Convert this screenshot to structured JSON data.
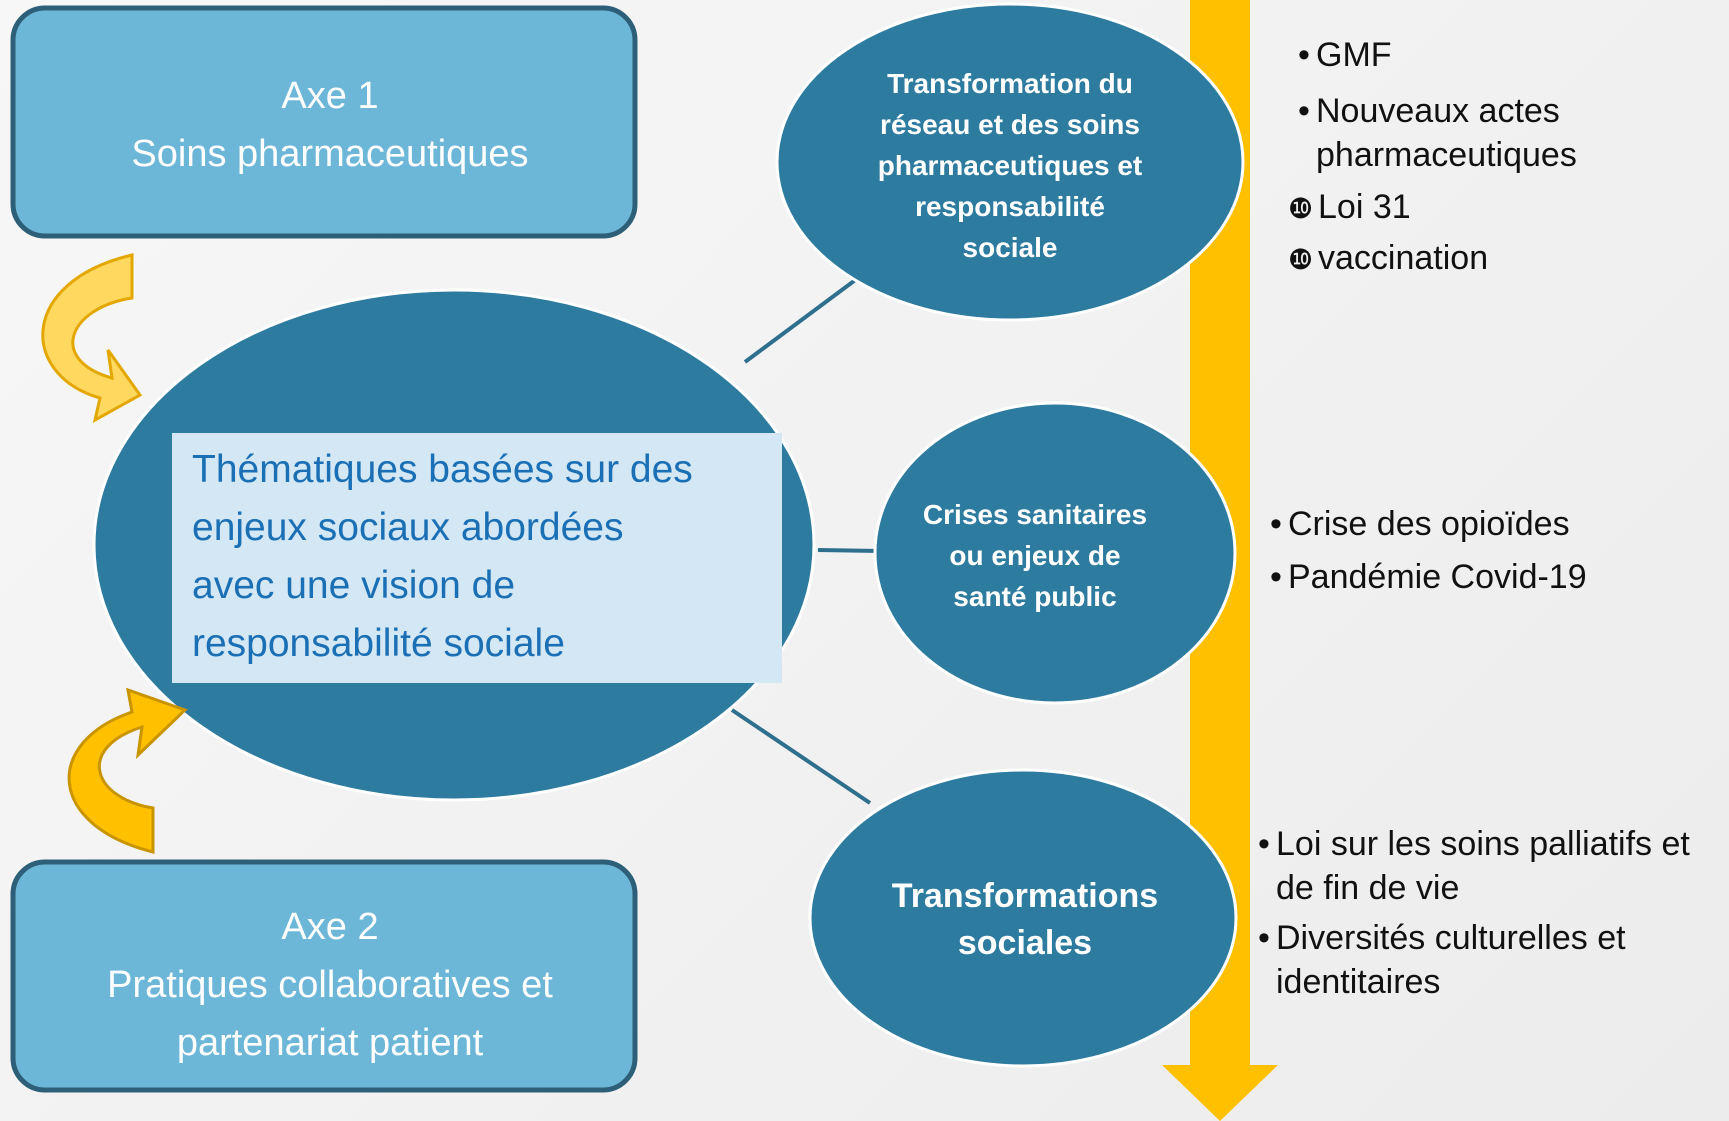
{
  "axis1": {
    "line1": "Axe 1",
    "line2": "Soins pharmaceutiques"
  },
  "axis2": {
    "line1": "Axe 2",
    "line2": "Pratiques collaboratives et",
    "line3": "partenariat patient"
  },
  "central": {
    "lines": [
      "Thématiques basées sur des",
      "enjeux sociaux abordées",
      "avec une vision de",
      "responsabilité sociale"
    ]
  },
  "themes": [
    {
      "lines": [
        "Transformation du",
        "réseau et des soins",
        "pharmaceutiques et",
        "responsabilité",
        "sociale"
      ]
    },
    {
      "lines": [
        "Crises sanitaires",
        "ou enjeux de",
        "santé public"
      ]
    },
    {
      "lines": [
        "Transformations",
        "sociales"
      ]
    }
  ],
  "examples": {
    "group1": [
      {
        "marker": "•",
        "lines": [
          "GMF"
        ]
      },
      {
        "marker": "•",
        "lines": [
          "Nouveaux actes",
          "pharmaceutiques"
        ]
      },
      {
        "marker": "❿",
        "lines": [
          "Loi 31"
        ]
      },
      {
        "marker": "❿",
        "lines": [
          "vaccination"
        ]
      }
    ],
    "group2": [
      {
        "marker": "•",
        "lines": [
          "Crise des opioïdes"
        ]
      },
      {
        "marker": "•",
        "lines": [
          "Pandémie Covid-19"
        ]
      }
    ],
    "group3": [
      {
        "marker": "•",
        "lines": [
          "Loi sur les soins palliatifs et",
          "de fin de vie"
        ]
      },
      {
        "marker": "•",
        "lines": [
          "Diversités culturelles et",
          "identitaires"
        ]
      }
    ]
  },
  "colors": {
    "axis_box_fill": "#6cb6d8",
    "axis_box_border": "#2d5f78",
    "ellipse_fill": "#2e7ba0",
    "central_text_bg": "#d3e7f4",
    "central_text": "#1a6fb5",
    "timeline_arrow": "#ffc000",
    "curved_arrow_top": "#ffd860",
    "curved_arrow_bottom": "#ffc000"
  },
  "icons": [
    "curved-arrow-icon",
    "down-arrow-icon"
  ]
}
